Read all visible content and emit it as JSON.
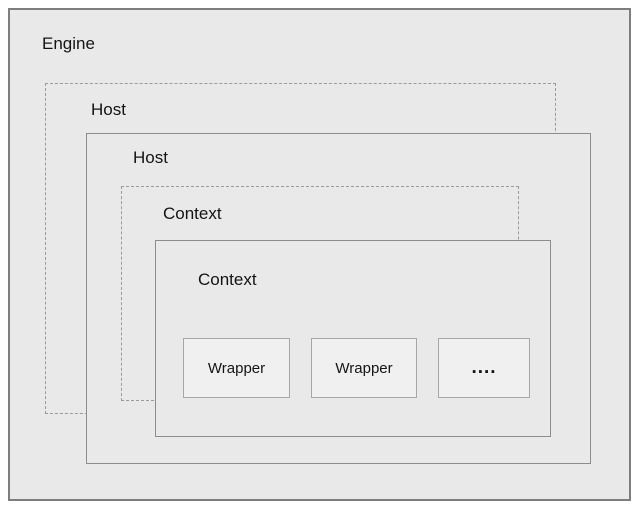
{
  "diagram": {
    "engine": {
      "label": "Engine"
    },
    "host_back": {
      "label": "Host"
    },
    "host_front": {
      "label": "Host"
    },
    "context_back": {
      "label": "Context"
    },
    "context_front": {
      "label": "Context"
    },
    "wrappers": [
      {
        "label": "Wrapper"
      },
      {
        "label": "Wrapper"
      },
      {
        "label": "...."
      }
    ]
  },
  "colors": {
    "page_background": "#ffffff",
    "box_background": "#e9e9e9",
    "wrapper_background": "#f0f0f0",
    "solid_border": "#8c8c8c",
    "dashed_border": "#9a9a9a",
    "text": "#141414"
  }
}
